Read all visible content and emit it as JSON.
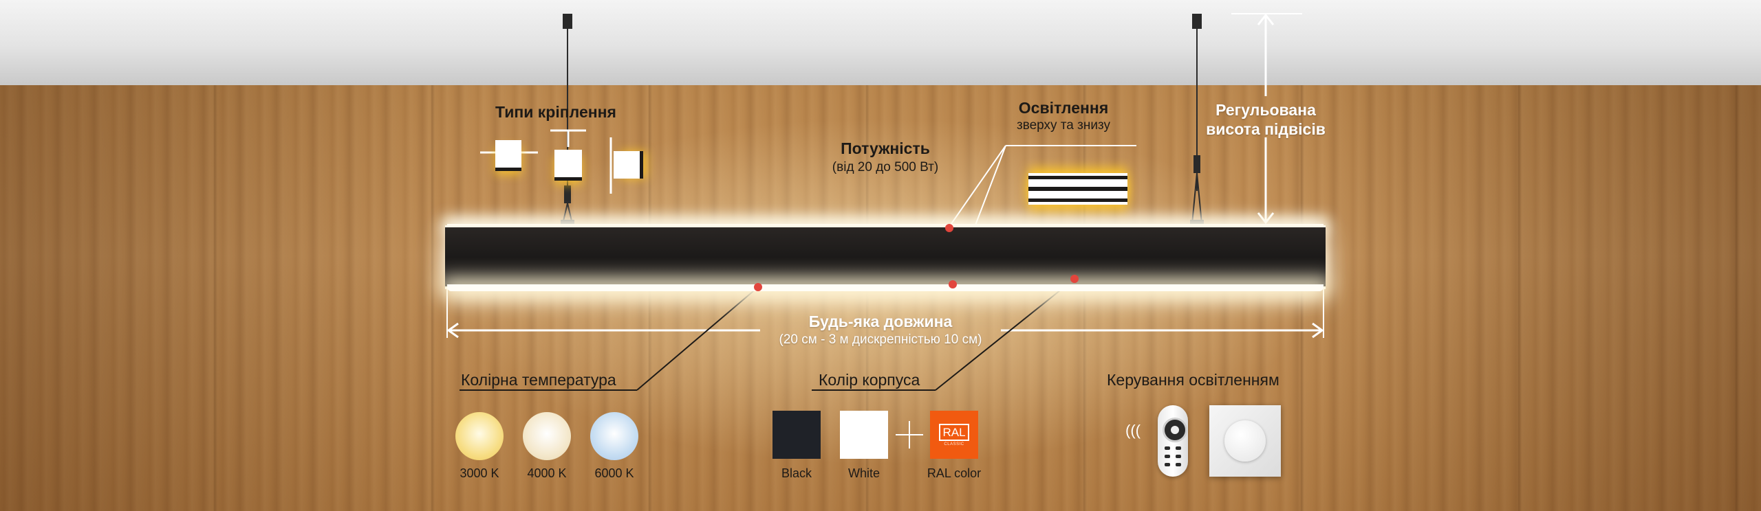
{
  "mounting": {
    "title": "Типи кріплення"
  },
  "power": {
    "title": "Потужність",
    "subtitle": "(від 20 до 500 Вт)"
  },
  "lighting": {
    "title": "Освітлення",
    "subtitle": "зверху та знизу"
  },
  "height": {
    "line1": "Регульована",
    "line2": "висота підвісів"
  },
  "length": {
    "title": "Будь-яка довжина",
    "subtitle": "(20 см - 3 м дискрепністью 10 см)"
  },
  "color_temperature": {
    "title": "Колірна температура",
    "options": [
      {
        "label": "3000 K",
        "color": "#f7de86"
      },
      {
        "label": "4000 K",
        "color": "#f4e8cc"
      },
      {
        "label": "6000 K",
        "color": "#c6ddf2"
      }
    ]
  },
  "body_color": {
    "title": "Колір корпуса",
    "options": [
      {
        "label": "Black",
        "color": "#1f2228"
      },
      {
        "label": "White",
        "color": "#ffffff"
      },
      {
        "label": "RAL color",
        "color": "#f15a10",
        "logo_text": "RAL",
        "logo_subtext": "CLASSIC"
      }
    ]
  },
  "control": {
    "title": "Керування освітленням",
    "icons": [
      "remote-control-icon",
      "dimmer-icon"
    ]
  }
}
